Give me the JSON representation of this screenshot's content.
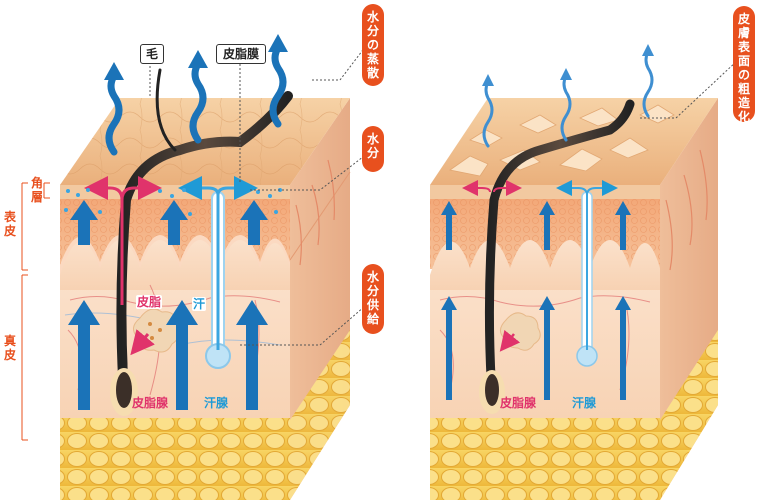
{
  "labels": {
    "hair": "毛",
    "sebum_film": "皮脂膜",
    "stratum_corneum": "角層",
    "epidermis": "表皮",
    "dermis": "真皮",
    "sebum": "皮脂",
    "sweat": "汗",
    "sebaceous_gland": "皮脂腺",
    "sweat_gland": "汗腺"
  },
  "callouts": {
    "evaporation": "水分の蒸散",
    "moisture": "水分",
    "water_supply": "水分供給",
    "rough_surface": "皮膚表面の粗造化"
  },
  "colors": {
    "accent_orange": "#e8501e",
    "water_blue": "#1b73b8",
    "light_blue": "#8fc9ea",
    "sebum_pink": "#e0336b",
    "skin_top": "#f1c493",
    "epidermis": "#f4b488",
    "dermis": "#f9dcc4",
    "fat": "#f5c84c"
  }
}
